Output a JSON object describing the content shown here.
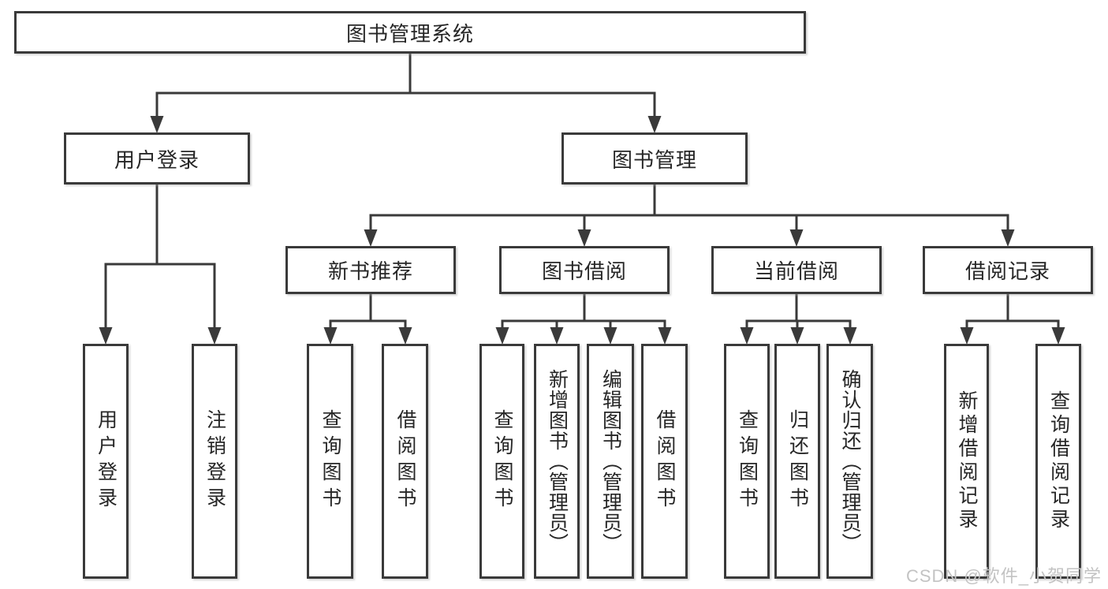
{
  "tree": {
    "label": "图书管理系统",
    "children": [
      {
        "label": "用户登录",
        "children": [
          {
            "label": "用户登录"
          },
          {
            "label": "注销登录"
          }
        ]
      },
      {
        "label": "图书管理",
        "children": [
          {
            "label": "新书推荐",
            "children": [
              {
                "label": "查询图书"
              },
              {
                "label": "借阅图书"
              }
            ]
          },
          {
            "label": "图书借阅",
            "children": [
              {
                "label": "查询图书"
              },
              {
                "label": "新增图书（管理员）"
              },
              {
                "label": "编辑图书（管理员）"
              },
              {
                "label": "借阅图书"
              }
            ]
          },
          {
            "label": "当前借阅",
            "children": [
              {
                "label": "查询图书"
              },
              {
                "label": "归还图书"
              },
              {
                "label": "确认归还（管理员）"
              }
            ]
          },
          {
            "label": "借阅记录",
            "children": [
              {
                "label": "新增借阅记录"
              },
              {
                "label": "查询借阅记录"
              }
            ]
          }
        ]
      }
    ]
  },
  "watermark": "CSDN @软件_小贺同学",
  "colors": {
    "line": "#3a3a3a",
    "box_border": "#3a3a3a",
    "box_fill": "#ffffff",
    "text": "#262626",
    "watermark": "#c3c3c3",
    "background": "#ffffff"
  }
}
